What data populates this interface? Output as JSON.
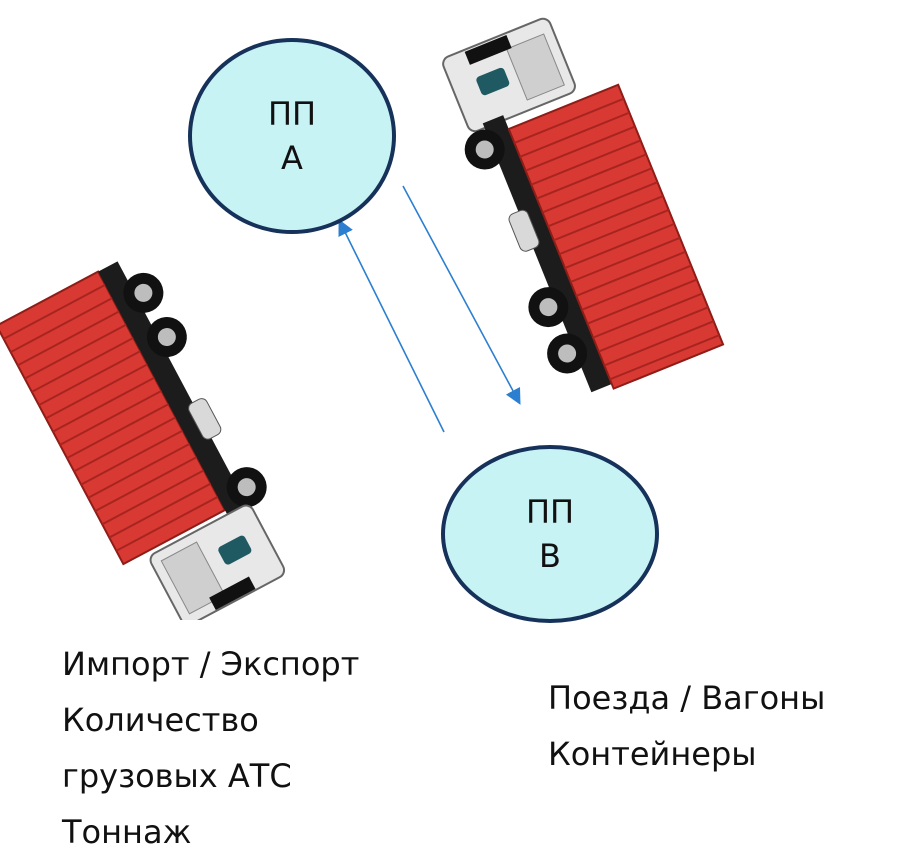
{
  "nodes": {
    "a": {
      "line1": "ПП",
      "line2": "А"
    },
    "b": {
      "line1": "ПП",
      "line2": "В"
    }
  },
  "labels": {
    "left": [
      "Импорт / Экспорт",
      "Количество",
      "грузовых АТС",
      "Тоннаж"
    ],
    "right": [
      "Поезда / Вагоны",
      "Контейнеры"
    ]
  },
  "colors": {
    "node_fill": "#c8f3f4",
    "node_border": "#16325a",
    "arrow": "#2c7fd0",
    "container": "#d83a33"
  },
  "icons": [
    "truck-icon",
    "truck-icon"
  ]
}
